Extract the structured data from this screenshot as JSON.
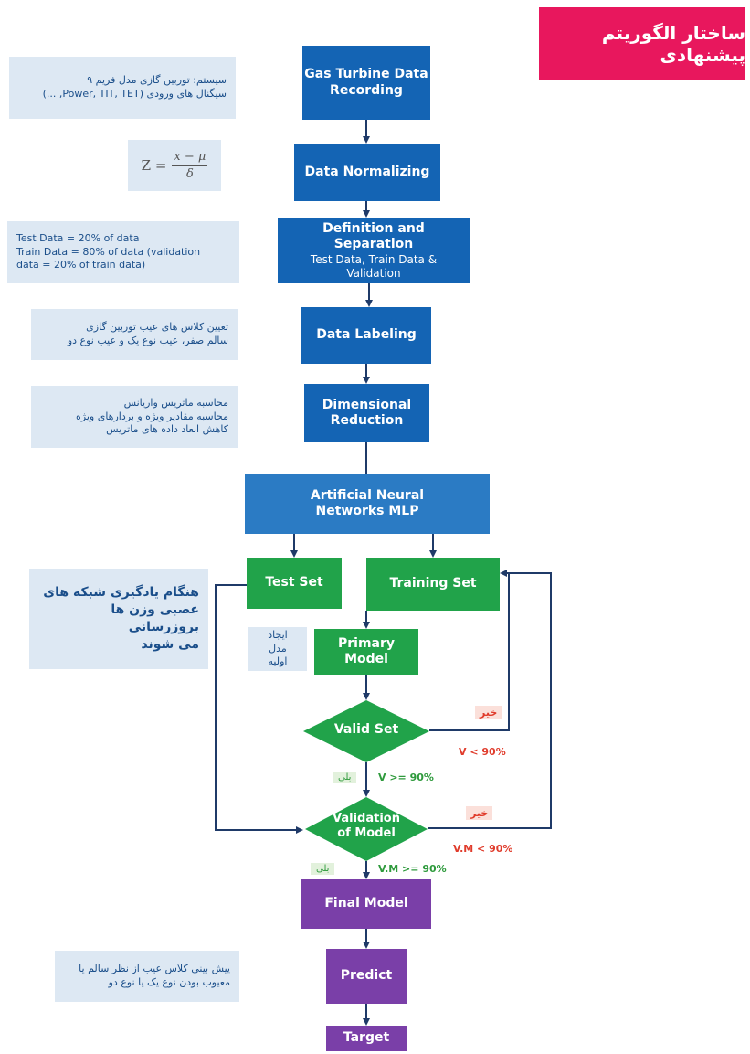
{
  "title": "ساختار الگوریتم پیشنهادی",
  "steps": {
    "recording": "Gas Turbine Data Recording",
    "normalizing": "Data Normalizing",
    "separation": {
      "title": "Definition and Separation",
      "subtitle": "Test Data, Train Data & Validation"
    },
    "labeling": "Data Labeling",
    "reduction": "Dimensional Reduction",
    "ann": "Artificial Neural Networks MLP",
    "test_set": "Test Set",
    "training_set": "Training Set",
    "primary_model": "Primary Model",
    "valid_set": "Valid Set",
    "validation_model": "Validation of Model",
    "final_model": "Final Model",
    "predict": "Predict",
    "target": "Target"
  },
  "notes": {
    "system": [
      "سیستم: توربین گازی مدل فریم ۹",
      "سیگنال های ورودی  (Power, TIT, TET, ...)"
    ],
    "formula": {
      "lhs": "Z =",
      "numerator": "x − μ",
      "denominator": "δ"
    },
    "data_split": [
      "Test Data = 20% of data",
      "Train Data = 80% of data (validation",
      "data = 20% of train data)"
    ],
    "labels": [
      "تعیین کلاس های عیب توربین گازی",
      "سالم صفر، عیب نوع یک و عیب نوع دو"
    ],
    "matrix": [
      "محاسبه ماتریس واریانس",
      "محاسبه مقادیر ویژه و بردارهای ویژه",
      "کاهش ابعاد داده های ماتریس"
    ],
    "learning": [
      "هنگام یادگیری شبکه های",
      "عصبی وزن ها بروزرسانی",
      "می شوند"
    ],
    "initial_model": [
      "ایجاد مدل",
      "اولیه"
    ],
    "prediction": [
      "پیش بینی کلاس عیب از نظر سالم یا",
      "معیوب بودن نوع یک یا نوع دو"
    ]
  },
  "conditions": {
    "no_label": "خیر",
    "yes_label": "بلی",
    "v_fail": "V < 90%",
    "v_pass": "V >= 90%",
    "vm_fail": "V.M < 90%",
    "vm_pass": "V.M >= 90%"
  },
  "colors": {
    "title_bg": "#e8175d",
    "blue": "#1464b4",
    "green": "#21a34a",
    "purple": "#7a3fa8",
    "note_bg": "#dde8f3",
    "arrow": "#1f3a68"
  }
}
